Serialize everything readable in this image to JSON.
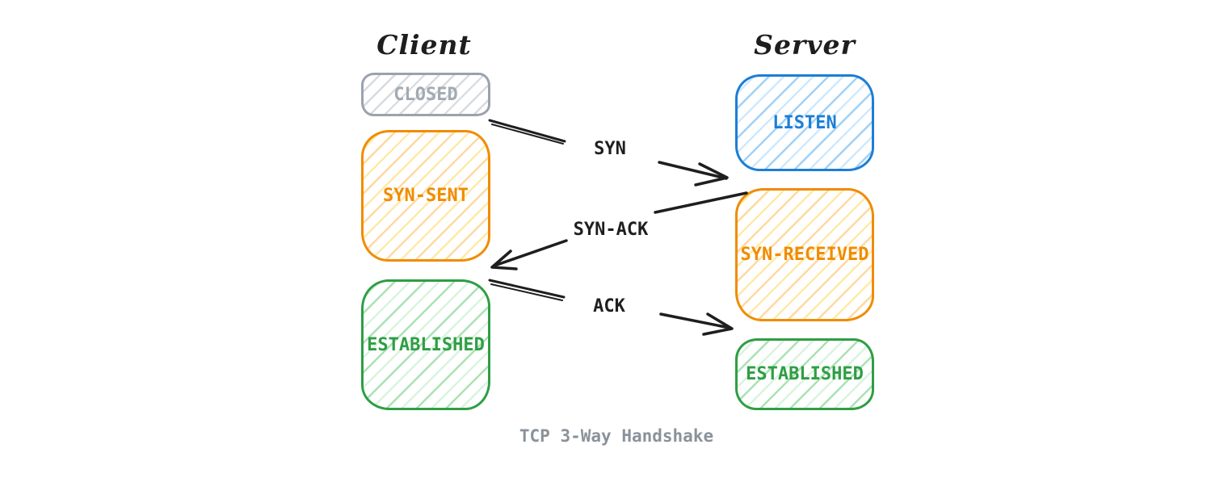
{
  "caption": "TCP 3-Way Handshake",
  "client": {
    "title": "Client",
    "states": [
      {
        "label": "CLOSED",
        "color": "gray"
      },
      {
        "label": "SYN-SENT",
        "color": "orange"
      },
      {
        "label": "ESTABLISHED",
        "color": "green"
      }
    ]
  },
  "server": {
    "title": "Server",
    "states": [
      {
        "label": "LISTEN",
        "color": "blue"
      },
      {
        "label": "SYN-RECEIVED",
        "color": "orange"
      },
      {
        "label": "ESTABLISHED",
        "color": "green"
      }
    ]
  },
  "messages": [
    {
      "label": "SYN",
      "from": "client",
      "to": "server"
    },
    {
      "label": "SYN-ACK",
      "from": "server",
      "to": "client"
    },
    {
      "label": "ACK",
      "from": "client",
      "to": "server"
    }
  ],
  "colors": {
    "background": "#ffffff",
    "arrow": "#1e1e1e",
    "gray_stroke": "#9aa3ad",
    "gray_text": "#a2aab2",
    "orange": "#f08c00",
    "blue": "#1c7ed6",
    "green": "#2f9e44",
    "caption_text": "#8a929a"
  }
}
